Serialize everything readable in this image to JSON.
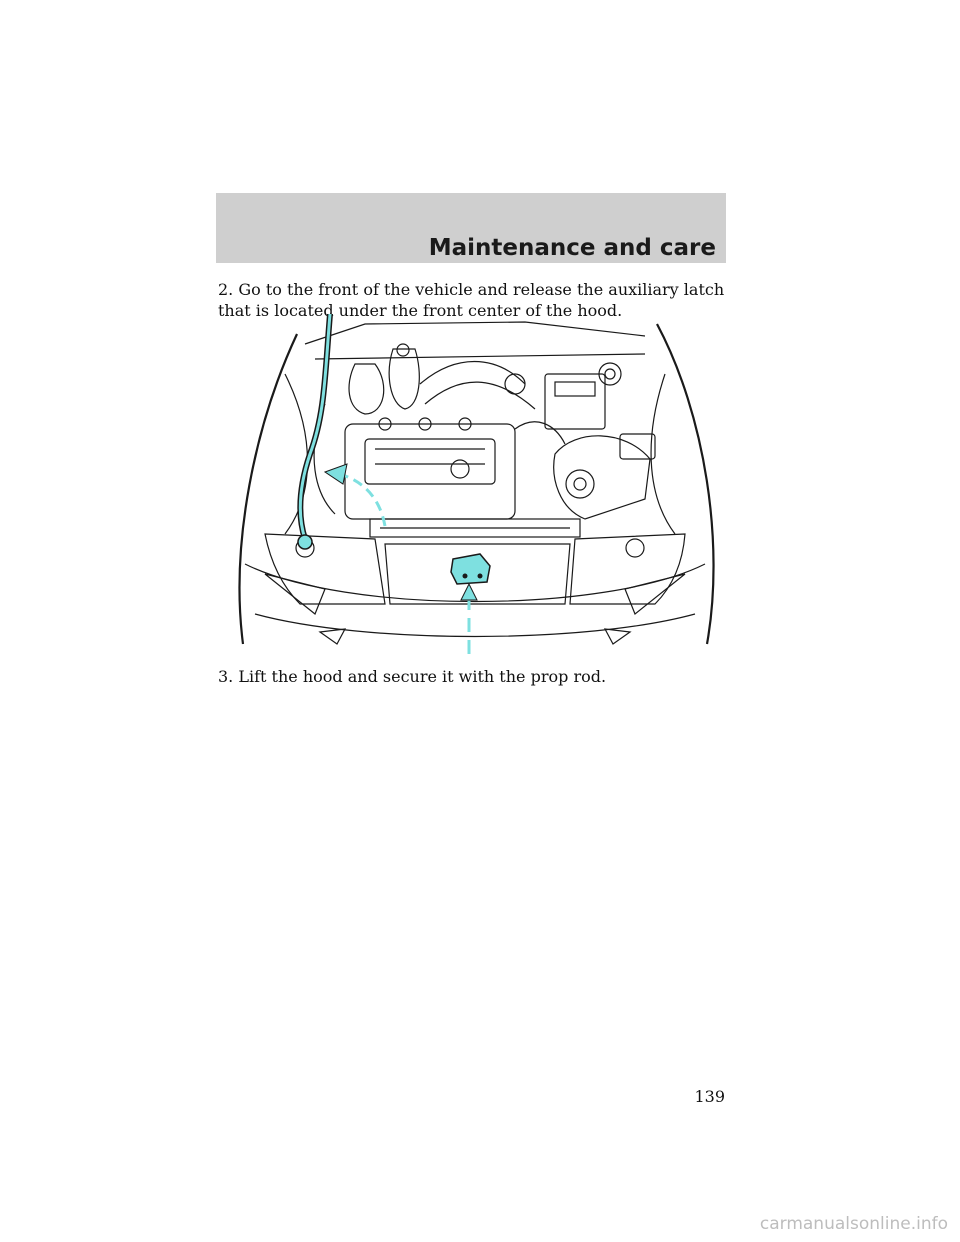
{
  "header": {
    "section_title": "Maintenance and care"
  },
  "body": {
    "step2": "2. Go to the front of the vehicle and release the auxiliary latch that is located under the front center of the hood.",
    "step3": "3. Lift the hood and secure it with the prop rod."
  },
  "figure": {
    "highlight_color": "#7ee0e0",
    "outline_color": "#1a1a1a"
  },
  "footer": {
    "page_number": "139",
    "watermark": "carmanualsonline.info"
  }
}
